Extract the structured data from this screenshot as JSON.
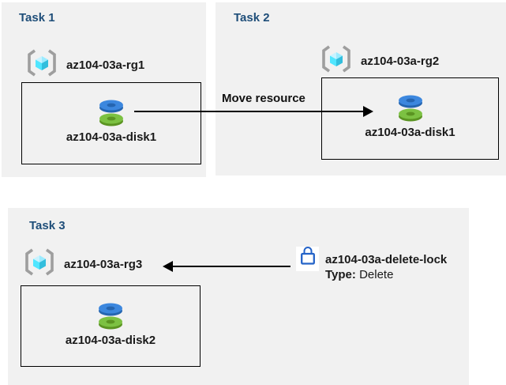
{
  "tasks": [
    {
      "title": "Task 1",
      "rg": "az104-03a-rg1",
      "resource": "az104-03a-disk1"
    },
    {
      "title": "Task 2",
      "rg": "az104-03a-rg2",
      "resource": "az104-03a-disk1"
    },
    {
      "title": "Task 3",
      "rg": "az104-03a-rg3",
      "resource": "az104-03a-disk2"
    }
  ],
  "move_arrow": {
    "label": "Move resource"
  },
  "lock": {
    "name": "az104-03a-delete-lock",
    "type_label": "Type:",
    "type_value": "Delete"
  },
  "icons": {
    "resource_group": "resource-group-cube-icon",
    "disk": "disk-stack-icon",
    "lock": "padlock-icon"
  },
  "colors": {
    "panel_bg": "#F1F1F1",
    "title_blue": "#1F4E79",
    "label_black": "#1A1A1A",
    "arrow_black": "#000000",
    "disk_blue": "#3C87DE",
    "disk_blue_dark": "#2565B0",
    "disk_green": "#7CC142",
    "disk_green_dark": "#5B9422",
    "cube_front": "#50E6FF",
    "cube_side": "#32BEDD",
    "cube_top": "#C9F3FF",
    "bracket_gray": "#9E9E9E",
    "lock_blue": "#2463C8"
  }
}
